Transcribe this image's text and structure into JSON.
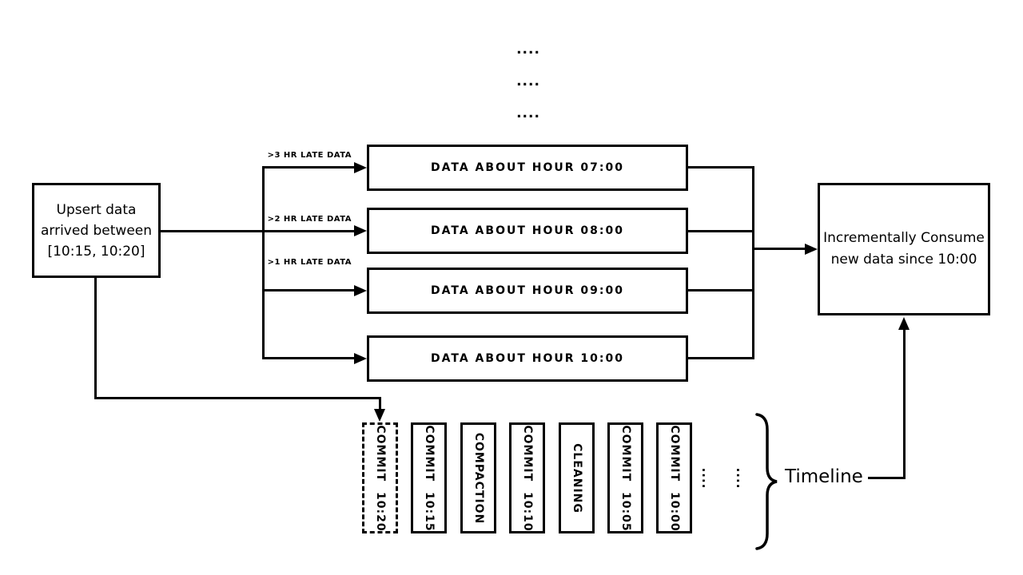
{
  "diagram": {
    "colors": {
      "ink": "#000000",
      "background": "#ffffff"
    },
    "top_ellipses": [
      "....",
      "....",
      "...."
    ],
    "upsert_box": {
      "lines": [
        "Upsert data",
        "arrived between",
        "[10:15, 10:20]"
      ]
    },
    "late_arrow_labels": [
      ">3 HR LATE DATA",
      ">2 HR LATE DATA",
      ">1 HR LATE DATA"
    ],
    "data_boxes": [
      "DATA ABOUT HOUR 07:00",
      "DATA ABOUT HOUR 08:00",
      "DATA ABOUT HOUR 09:00",
      "DATA ABOUT HOUR 10:00"
    ],
    "consume_box": {
      "lines": [
        "Incrementally Consume",
        "new data since 10:00"
      ]
    },
    "timeline": {
      "instants": [
        {
          "label": "COMMIT 10:20",
          "border": "dashed"
        },
        {
          "label": "COMMIT 10:15",
          "border": "solid"
        },
        {
          "label": "COMPACTION",
          "border": "solid"
        },
        {
          "label": "COMMIT 10:10",
          "border": "solid"
        },
        {
          "label": "CLEANING",
          "border": "solid"
        },
        {
          "label": "COMMIT 10:05",
          "border": "solid"
        },
        {
          "label": "COMMIT 10:00",
          "border": "solid"
        }
      ],
      "ellipses": [
        "....",
        "...."
      ],
      "label": "Timeline"
    }
  }
}
